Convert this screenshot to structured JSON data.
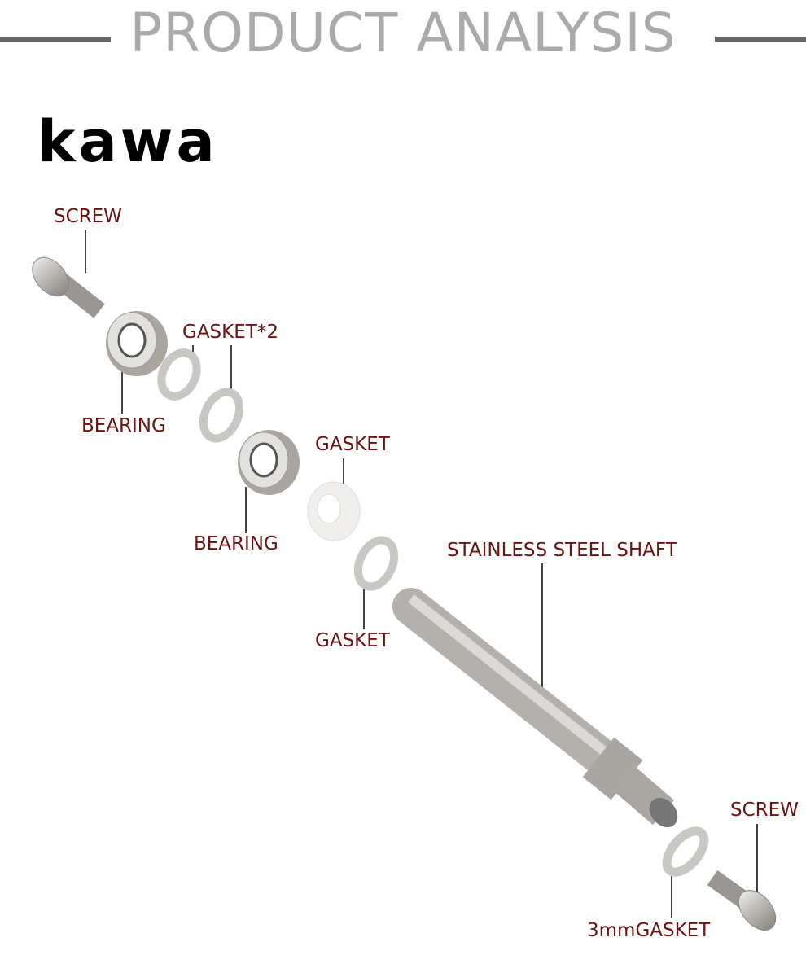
{
  "header": {
    "title": "PRODUCT ANALYSIS"
  },
  "brand": {
    "logo": "kawa"
  },
  "labels": {
    "screw_top": "SCREW",
    "gasket_x2": "GASKET*2",
    "bearing_1": "BEARING",
    "gasket_white": "GASKET",
    "bearing_2": "BEARING",
    "shaft": "STAINLESS STEEL SHAFT",
    "gasket_lower": "GASKET",
    "screw_bottom": "SCREW",
    "gasket_3mm": "3mmGASKET"
  },
  "colors": {
    "label": "#6b1212",
    "title": "#aaaaaa",
    "rule": "#666666"
  }
}
